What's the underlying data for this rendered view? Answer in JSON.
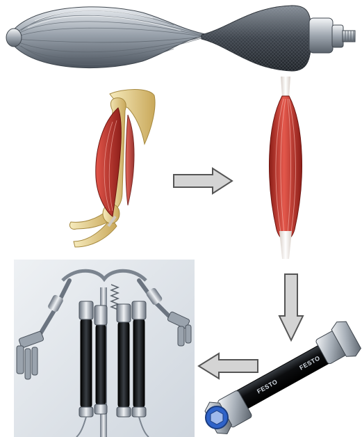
{
  "diagram": {
    "panels": [
      {
        "id": "fluidic-muscle-cutaway",
        "icon": "braided-artificial-muscle-icon"
      },
      {
        "id": "human-arm",
        "icon": "arm-bones-biceps-icon"
      },
      {
        "id": "isolated-muscle",
        "icon": "muscle-fiber-icon"
      },
      {
        "id": "pneumatic-actuator",
        "icon": "fluidic-muscle-tube-icon"
      },
      {
        "id": "robot-torso",
        "icon": "humanoid-robot-icon"
      }
    ],
    "arrows": [
      {
        "from": "human-arm",
        "to": "isolated-muscle",
        "direction": "right"
      },
      {
        "from": "isolated-muscle",
        "to": "pneumatic-actuator",
        "direction": "down"
      },
      {
        "from": "pneumatic-actuator",
        "to": "robot-torso",
        "direction": "left"
      }
    ],
    "actuator_brand_text": "FESTO",
    "colors": {
      "arrow_fill": "#d4d4d4",
      "arrow_stroke": "#555555",
      "muscle_red": "#c0392b",
      "bone": "#e9d79a",
      "actuator_body": "#111111",
      "actuator_cap": "#2f63c9",
      "robot_background": "#dde3ea"
    }
  }
}
